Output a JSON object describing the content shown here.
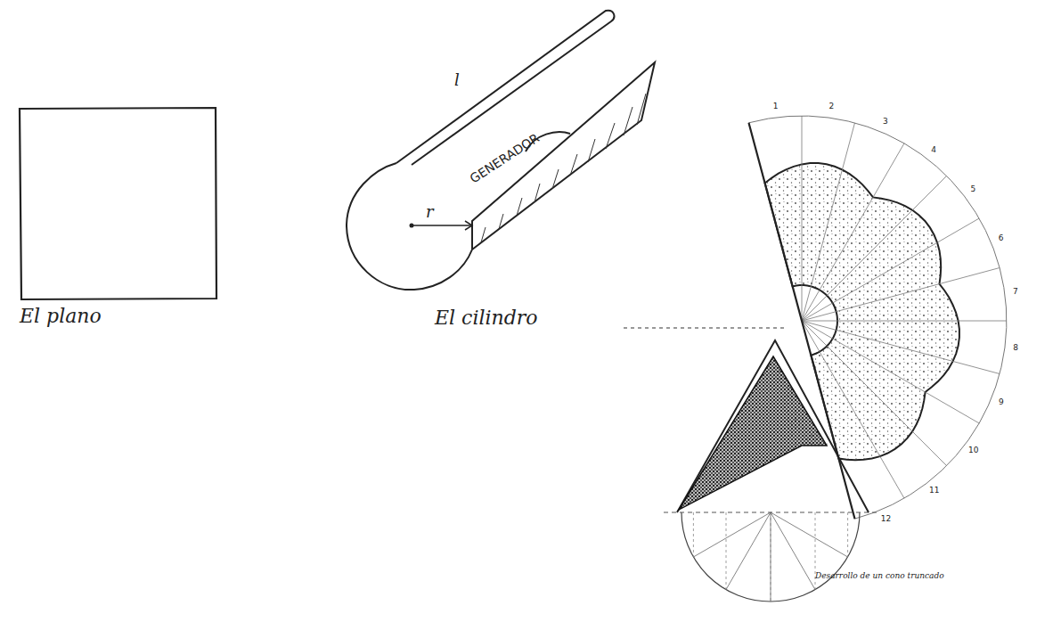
{
  "diagram": {
    "labels": [
      "El plano",
      "l",
      "r",
      "GENERADOR",
      "El cilindro",
      "Desarrollo de un cono truncado",
      "1",
      "2",
      "3",
      "4",
      "5",
      "6",
      "7",
      "8",
      "9",
      "10",
      "11",
      "12"
    ]
  }
}
